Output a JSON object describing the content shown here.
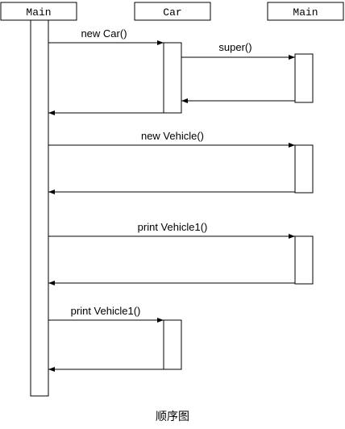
{
  "lifelines": [
    {
      "id": "main_left",
      "label": "Main"
    },
    {
      "id": "car",
      "label": "Car"
    },
    {
      "id": "main_right",
      "label": "Main"
    }
  ],
  "messages": [
    {
      "label": "new Car()"
    },
    {
      "label": "super()"
    },
    {
      "label": ""
    },
    {
      "label": ""
    },
    {
      "label": "new Vehicle()"
    },
    {
      "label": ""
    },
    {
      "label": "print Vehicle1()"
    },
    {
      "label": ""
    },
    {
      "label": "print Vehicle1()"
    },
    {
      "label": ""
    }
  ],
  "caption": "顺序图",
  "colors": {
    "line": "#000000",
    "box_fill": "#ffffff",
    "background": "#ffffff"
  }
}
